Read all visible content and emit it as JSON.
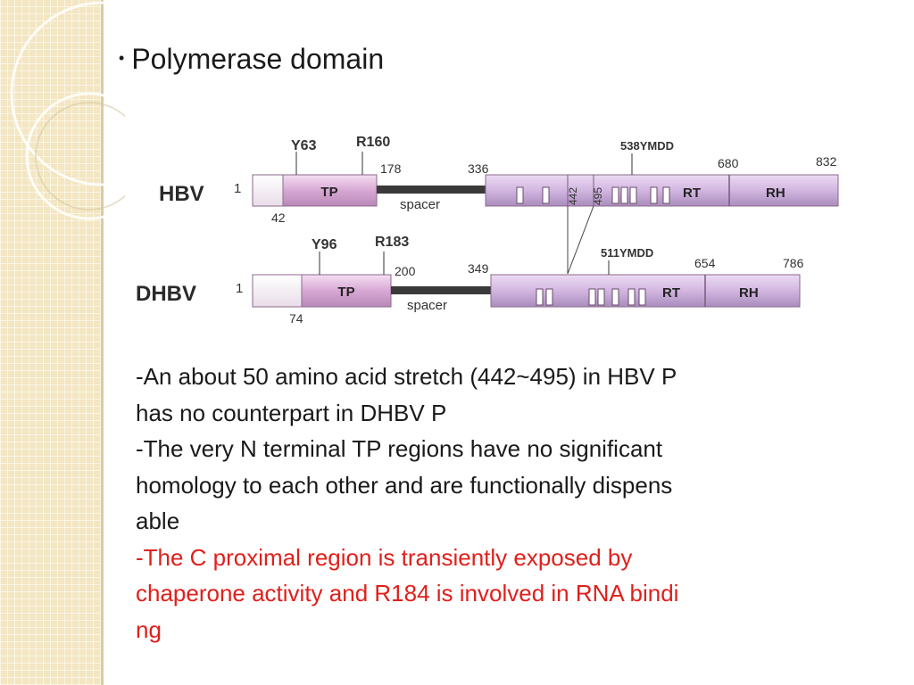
{
  "slide": {
    "bullet": "•",
    "title": "Polymerase domain"
  },
  "colors": {
    "sidebar": "#f3e6c2",
    "highlight_text": "#e0201b",
    "tp_fill": "#dcaed8",
    "rt_fill": "#d3b8e0"
  },
  "diagram": {
    "hbv": {
      "name": "HBV",
      "start": "1",
      "tp_start": "42",
      "tp_label": "TP",
      "tp_end": "178",
      "spacer_label": "spacer",
      "rt_start": "336",
      "motif_1": "Y63",
      "motif_2": "R160",
      "ymdd": "538YMDD",
      "gap_start": "442",
      "gap_end": "495",
      "rt_label": "RT",
      "rh_start": "680",
      "rh_label": "RH",
      "end": "832"
    },
    "dhbv": {
      "name": "DHBV",
      "start": "1",
      "tp_start": "74",
      "tp_label": "TP",
      "tp_end": "200",
      "spacer_label": "spacer",
      "rt_start": "349",
      "motif_1": "Y96",
      "motif_2": "R183",
      "ymdd": "511YMDD",
      "rt_label": "RT",
      "rh_start": "654",
      "rh_label": "RH",
      "end": "786"
    }
  },
  "body": {
    "para_1_line_1": "-An about 50 amino acid stretch (442~495) in HBV P",
    "para_1_line_2": "has no counterpart in DHBV P",
    "para_2_line_1": "-The very N terminal TP regions have no significant",
    "para_2_line_2": "homology to each other and are functionally dispens",
    "para_2_line_3": "able",
    "para_3_line_1": "-The C proximal region is transiently exposed by",
    "para_3_line_2": "chaperone activity and R184 is involved in RNA bindi",
    "para_3_line_3": "ng"
  }
}
